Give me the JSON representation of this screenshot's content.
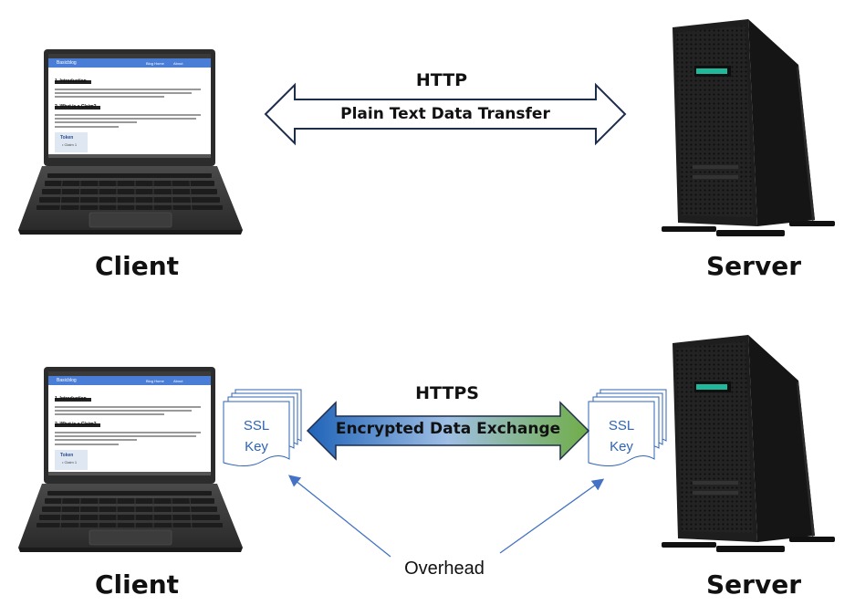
{
  "top": {
    "protocol": "HTTP",
    "arrow_text": "Plain Text Data Transfer",
    "client_label": "Client",
    "server_label": "Server"
  },
  "bottom": {
    "protocol": "HTTPS",
    "arrow_text": "Encrypted Data Exchange",
    "client_label": "Client",
    "server_label": "Server",
    "left_key": {
      "line1": "SSL",
      "line2": "Key"
    },
    "right_key": {
      "line1": "SSL",
      "line2": "Key"
    },
    "overhead_label": "Overhead"
  },
  "laptop_screen": {
    "app_name": "Basicblog",
    "nav_items": [
      "Blog Home",
      "About"
    ],
    "heading1": "1. Introduction",
    "heading2": "2. What is a Claim?",
    "token_title": "Token",
    "token_sub": "• Claim 1"
  },
  "colors": {
    "https_gradient_start": "#1f63b8",
    "https_gradient_end": "#70ad47",
    "overhead_arrow": "#4472c4",
    "arrow_outline": "#1f2d4d",
    "server_led": "#1fb89b"
  }
}
